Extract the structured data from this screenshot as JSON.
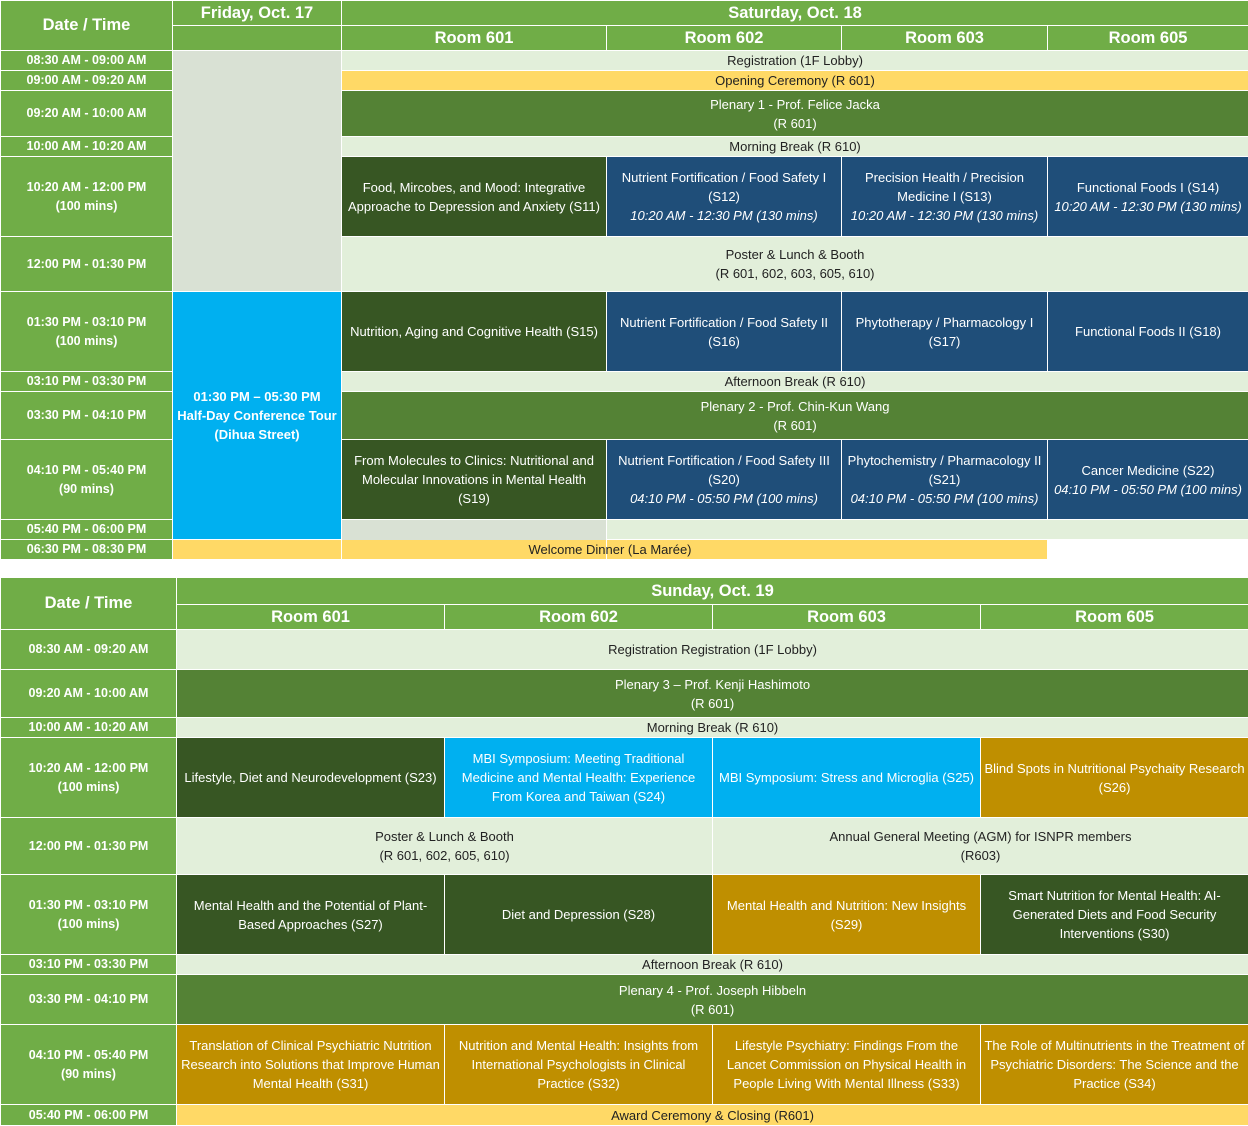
{
  "t1": {
    "head": {
      "datetime": "Date / Time",
      "fri": "Friday, Oct. 17",
      "sat": "Saturday, Oct. 18"
    },
    "rooms": [
      "Room 601",
      "Room 602",
      "Room 603",
      "Room 605"
    ],
    "times": [
      {
        "time": "08:30 AM - 09:00 AM",
        "dur": ""
      },
      {
        "time": "09:00 AM - 09:20 AM",
        "dur": ""
      },
      {
        "time": "09:20 AM - 10:00 AM",
        "dur": ""
      },
      {
        "time": "10:00 AM - 10:20 AM",
        "dur": ""
      },
      {
        "time": "10:20 AM - 12:00 PM",
        "dur": "(100 mins)"
      },
      {
        "time": "12:00 PM - 01:30 PM",
        "dur": ""
      },
      {
        "time": "01:30 PM - 03:10 PM",
        "dur": "(100 mins)"
      },
      {
        "time": "03:10 PM - 03:30 PM",
        "dur": ""
      },
      {
        "time": "03:30 PM - 04:10 PM",
        "dur": ""
      },
      {
        "time": "04:10 PM - 05:40 PM",
        "dur": "(90 mins)"
      },
      {
        "time": "05:40 PM - 06:00 PM",
        "dur": ""
      },
      {
        "time": "06:30 PM - 08:30 PM",
        "dur": ""
      }
    ],
    "tour": {
      "l1": "01:30 PM – 05:30 PM",
      "l2": "Half-Day Conference Tour",
      "l3": "(Dihua Street)"
    },
    "registration": "Registration (1F Lobby)",
    "opening": "Opening Ceremony (R 601)",
    "plenary1": {
      "l1": "Plenary 1 - Prof. Felice Jacka",
      "l2": "(R 601)"
    },
    "morning_break": "Morning Break (R 610)",
    "s11": "Food, Mircobes, and Mood: Integrative Approache to Depression and Anxiety  (S11)",
    "s12": {
      "title": "Nutrient Fortification / Food Safety I (S12)",
      "sub": "10:20 AM - 12:30 PM (130 mins)"
    },
    "s13": {
      "title": "Precision Health / Precision Medicine I (S13)",
      "sub": "10:20 AM - 12:30 PM (130 mins)"
    },
    "s14": {
      "title": "Functional Foods I (S14)",
      "sub": "10:20 AM - 12:30 PM (130 mins)"
    },
    "lunch": {
      "l1": "Poster & Lunch & Booth",
      "l2": "(R 601, 602, 603, 605, 610)"
    },
    "s15": "Nutrition, Aging and Cognitive Health (S15)",
    "s16": "Nutrient Fortification / Food Safety II (S16)",
    "s17": "Phytotherapy / Pharmacology I (S17)",
    "s18": "Functional Foods II (S18)",
    "afternoon_break": "Afternoon Break (R 610)",
    "plenary2": {
      "l1": "Plenary 2 - Prof. Chin-Kun Wang",
      "l2": "(R 601)"
    },
    "s19": "From Molecules to Clinics: Nutritional and Molecular Innovations in Mental Health (S19)",
    "s20": {
      "title": "Nutrient Fortification / Food Safety III (S20)",
      "sub": "04:10 PM - 05:50 PM (100 mins)"
    },
    "s21": {
      "title": "Phytochemistry / Pharmacology II (S21)",
      "sub": "04:10 PM - 05:50 PM (100 mins)"
    },
    "s22": {
      "title": "Cancer Medicine (S22)",
      "sub": "04:10 PM - 05:50 PM (100 mins)"
    },
    "dinner": "Welcome Dinner (La Marée)"
  },
  "t2": {
    "head": {
      "datetime": "Date / Time",
      "sun": "Sunday, Oct. 19"
    },
    "rooms": [
      "Room 601",
      "Room 602",
      "Room 603",
      "Room 605"
    ],
    "times": [
      {
        "time": "08:30 AM - 09:20 AM",
        "dur": ""
      },
      {
        "time": "09:20 AM - 10:00 AM",
        "dur": ""
      },
      {
        "time": "10:00 AM - 10:20 AM",
        "dur": ""
      },
      {
        "time": "10:20 AM - 12:00 PM",
        "dur": "(100 mins)"
      },
      {
        "time": "12:00 PM - 01:30 PM",
        "dur": ""
      },
      {
        "time": "01:30 PM - 03:10 PM",
        "dur": "(100 mins)"
      },
      {
        "time": "03:10 PM - 03:30 PM",
        "dur": ""
      },
      {
        "time": "03:30 PM - 04:10 PM",
        "dur": ""
      },
      {
        "time": "04:10 PM - 05:40 PM",
        "dur": "(90 mins)"
      },
      {
        "time": "05:40 PM - 06:00 PM",
        "dur": ""
      }
    ],
    "registration": "Registration Registration (1F Lobby)",
    "plenary3": {
      "l1": "Plenary 3 – Prof. Kenji Hashimoto",
      "l2": "(R 601)"
    },
    "morning_break": "Morning Break (R 610)",
    "s23": "Lifestyle, Diet and Neurodevelopment (S23)",
    "s24": "MBI Symposium: Meeting Traditional Medicine and Mental Health: Experience From Korea and Taiwan (S24)",
    "s25": "MBI Symposium: Stress and Microglia (S25)",
    "s26": "Blind Spots in Nutritional Psychaity Research (S26)",
    "lunch": {
      "l1": "Poster & Lunch & Booth",
      "l2": "(R 601, 602, 605, 610)"
    },
    "agm": {
      "l1": "Annual General Meeting (AGM) for ISNPR members",
      "l2": "(R603)"
    },
    "s27": "Mental Health and the Potential of Plant-Based Approaches (S27)",
    "s28": "Diet and Depression (S28)",
    "s29": "Mental Health and Nutrition: New Insights (S29)",
    "s30": "Smart Nutrition for Mental Health: AI-Generated Diets and Food Security Interventions (S30)",
    "afternoon_break": "Afternoon Break (R 610)",
    "plenary4": {
      "l1": "Plenary 4 - Prof. Joseph Hibbeln",
      "l2": "(R 601)"
    },
    "s31": "Translation of Clinical Psychiatric Nutrition Research into Solutions that Improve Human Mental Health (S31)",
    "s32": "Nutrition and Mental Health: Insights from International Psychologists in Clinical Practice (S32)",
    "s33": "Lifestyle Psychiatry: Findings From the Lancet Commission on Physical Health in People Living With Mental Illness (S33)",
    "s34": "The Role of Multinutrients in the Treatment of Psychiatric Disorders: The Science and the Practice (S34)",
    "closing": "Award Ceremony & Closing (R601)"
  },
  "colors": {
    "header_green": "#70AD47",
    "session_green": "#548235",
    "dark_green": "#375623",
    "navy": "#1F4E79",
    "cyan": "#00B0F0",
    "gold": "#BF8F00",
    "yellow": "#FFD966",
    "light_green": "#E2EFDA"
  }
}
